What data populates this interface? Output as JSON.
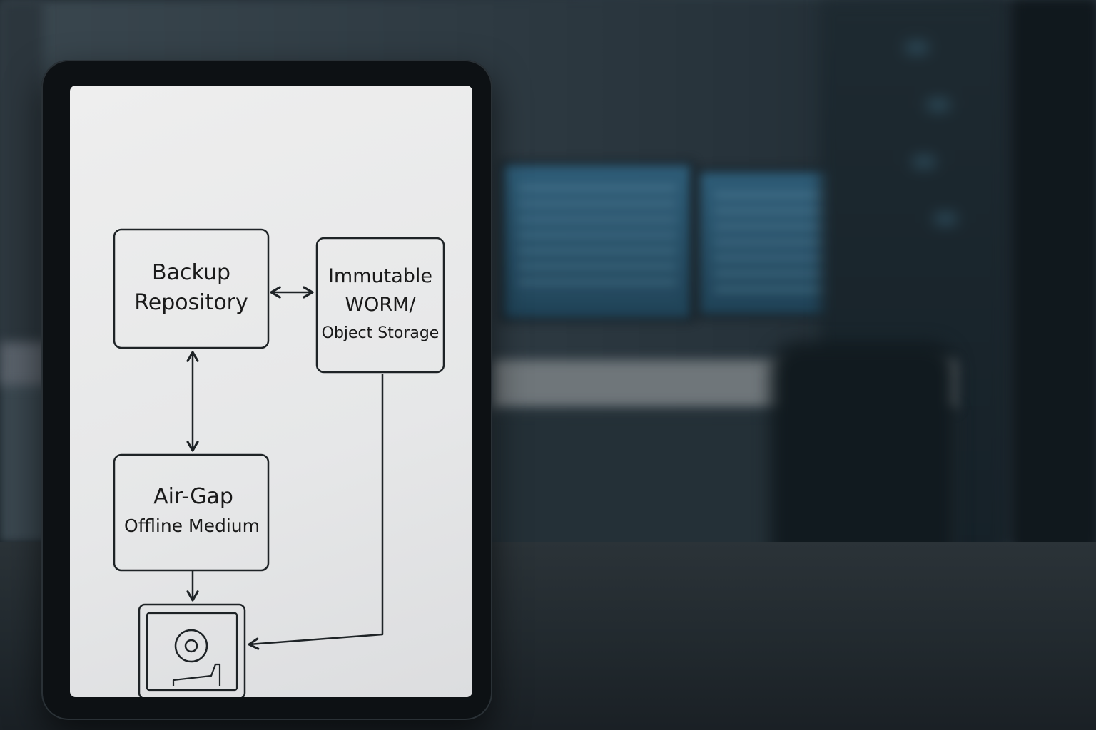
{
  "diagram": {
    "nodes": {
      "backup": {
        "line1": "Backup",
        "line2": "Repository"
      },
      "immutable": {
        "line1": "Immutable",
        "line2": "WORM/",
        "line3": "Object Storage"
      },
      "airgap": {
        "line1": "Air-Gap",
        "line2": "Offline Medium"
      },
      "recovery": {
        "icon": "disk-drive-icon"
      }
    },
    "edges": [
      {
        "from": "backup",
        "to": "immutable",
        "direction": "bidirectional"
      },
      {
        "from": "backup",
        "to": "airgap",
        "direction": "bidirectional"
      },
      {
        "from": "airgap",
        "to": "recovery",
        "direction": "forward"
      },
      {
        "from": "immutable",
        "to": "recovery",
        "direction": "forward"
      }
    ]
  },
  "colors": {
    "screen": "#e8e9ea",
    "stroke": "#1e2326",
    "bezel": "#0d1114",
    "background": "#26323a"
  }
}
